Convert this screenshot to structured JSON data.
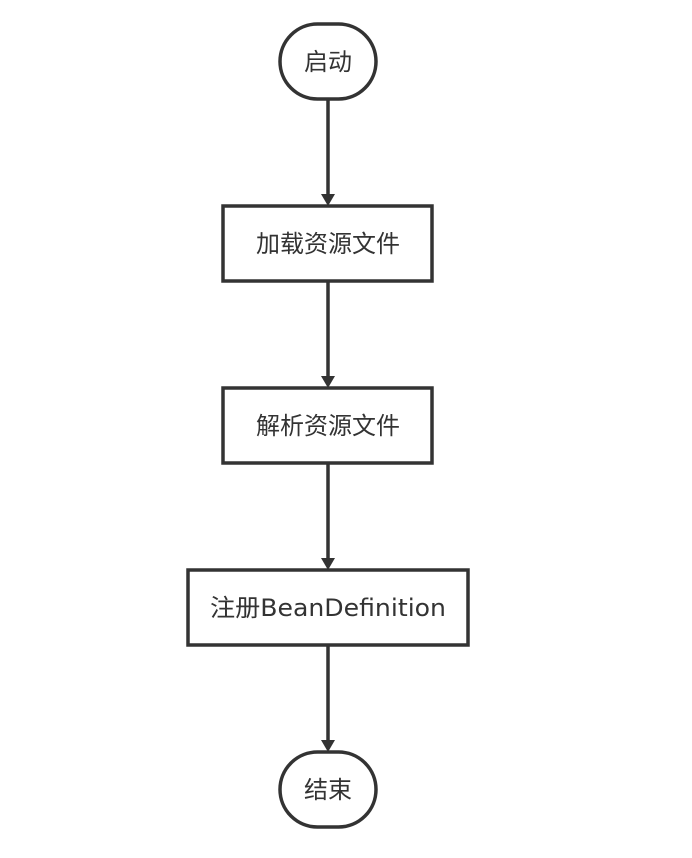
{
  "diagram": {
    "nodes": [
      {
        "id": "start",
        "shape": "terminal",
        "label": "启动"
      },
      {
        "id": "load",
        "shape": "process",
        "label": "加载资源文件"
      },
      {
        "id": "parse",
        "shape": "process",
        "label": "解析资源文件"
      },
      {
        "id": "register",
        "shape": "process",
        "label": "注册BeanDefinition"
      },
      {
        "id": "end",
        "shape": "terminal",
        "label": "结束"
      }
    ],
    "edges": [
      {
        "from": "start",
        "to": "load"
      },
      {
        "from": "load",
        "to": "parse"
      },
      {
        "from": "parse",
        "to": "register"
      },
      {
        "from": "register",
        "to": "end"
      }
    ]
  }
}
